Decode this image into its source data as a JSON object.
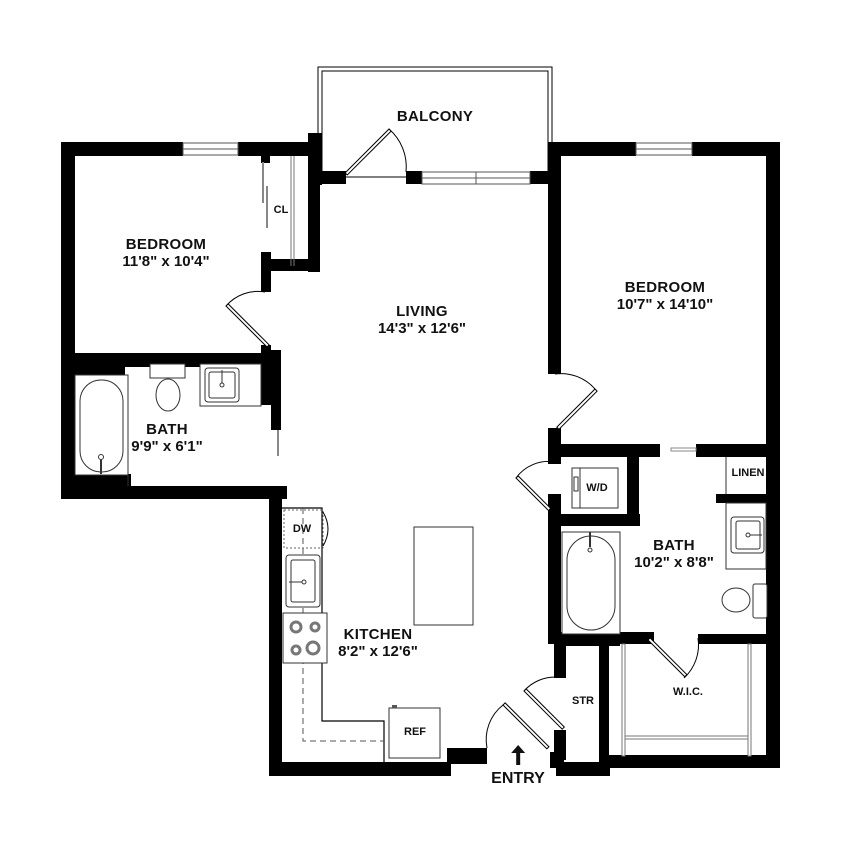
{
  "floorplan": {
    "rooms": [
      {
        "id": "bedroom-1",
        "name": "BEDROOM",
        "dimensions": "11'8\" x 10'4\""
      },
      {
        "id": "living",
        "name": "LIVING",
        "dimensions": "14'3\" x 12'6\""
      },
      {
        "id": "bedroom-2",
        "name": "BEDROOM",
        "dimensions": "10'7\" x 14'10\""
      },
      {
        "id": "bath-1",
        "name": "BATH",
        "dimensions": "9'9\" x 6'1\""
      },
      {
        "id": "bath-2",
        "name": "BATH",
        "dimensions": "10'2\" x 8'8\""
      },
      {
        "id": "kitchen",
        "name": "KITCHEN",
        "dimensions": "8'2\" x 12'6\""
      }
    ],
    "areas": {
      "balcony": "BALCONY",
      "closet": "CL",
      "linen": "LINEN",
      "washer_dryer": "W/D",
      "walk_in_closet": "W.I.C.",
      "storage": "STR",
      "dishwasher": "DW",
      "refrigerator": "REF"
    },
    "entry": {
      "label": "ENTRY",
      "icon": "arrow-up-icon",
      "glyph": "🡑"
    },
    "colors": {
      "wall": "#000000",
      "background": "#ffffff",
      "fixture_line": "#555555"
    }
  }
}
